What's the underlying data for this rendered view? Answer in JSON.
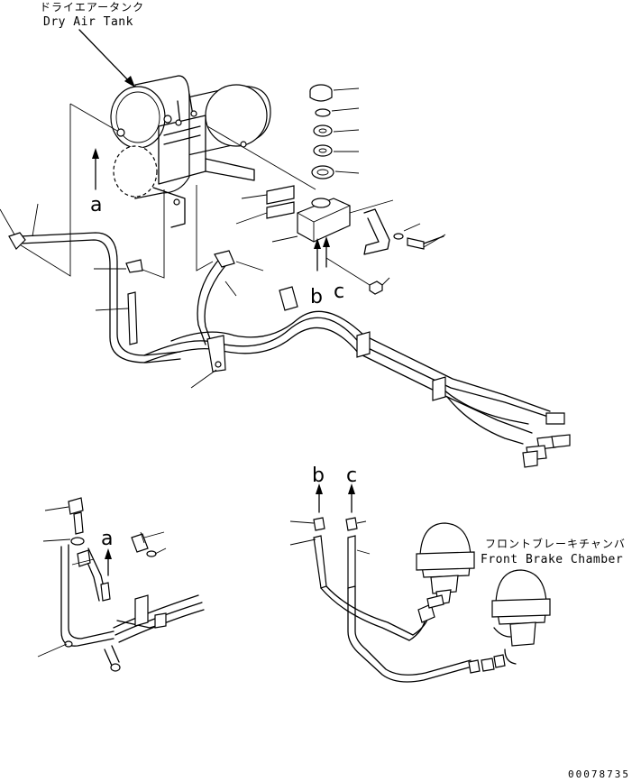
{
  "labels": {
    "dry_air_tank_jp": "ドライエアータンク",
    "dry_air_tank_en": "Dry Air Tank",
    "front_brake_chamber_jp": "フロントブレーキチャンバ",
    "front_brake_chamber_en": "Front Brake Chamber",
    "ref_a_top": "a",
    "ref_b_top": "b",
    "ref_c_top": "c",
    "ref_a_detail": "a",
    "ref_b_detail": "b",
    "ref_c_detail": "c",
    "drawing_code": "00078735"
  }
}
